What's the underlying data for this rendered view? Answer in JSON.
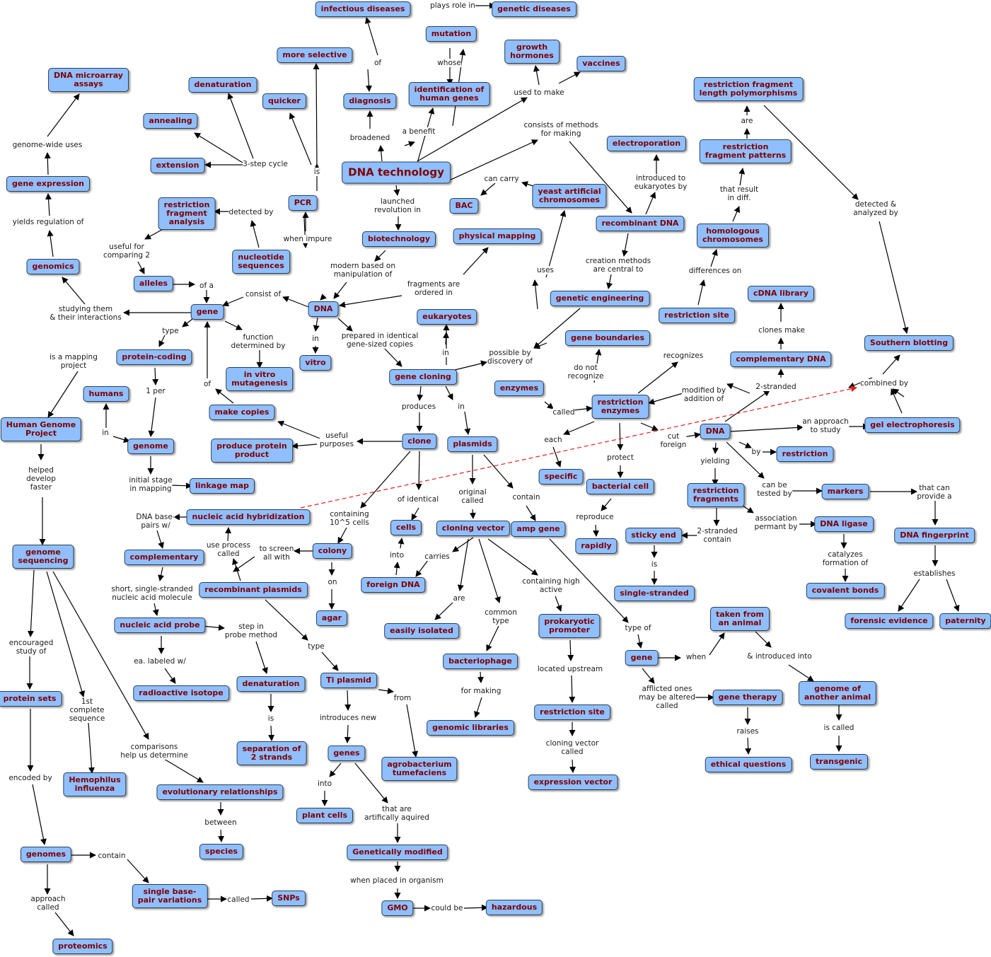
{
  "concepts": {
    "infectious_diseases": "infectious diseases",
    "genetic_diseases": "genetic diseases",
    "mutation": "mutation",
    "growth_hormones": "growth\nhormones",
    "vaccines": "vaccines",
    "more_selective": "more selective",
    "dna_microarray": "DNA microarray\nassays",
    "denaturation_top": "denaturation",
    "quicker": "quicker",
    "diagnosis": "diagnosis",
    "identification": "identification of\nhuman genes",
    "rflp": "restriction fragment\nlength polymorphisms",
    "annealing": "annealing",
    "electroporation": "electroporation",
    "extension": "extension",
    "dna_technology": "DNA technology",
    "restriction_fragment_patterns": "restriction\nfragment patterns",
    "gene_expression": "gene expression",
    "rfa": "restriction\nfragment\nanalysis",
    "pcr": "PCR",
    "bac": "BAC",
    "yac": "yeast artificial\nchromosomes",
    "recombinant_dna": "recombinant DNA",
    "homologous_chromosomes": "homologous\nchromosomes",
    "physical_mapping": "physical mapping",
    "biotechnology": "biotechnology",
    "nucleotide_sequences": "nucleotide\nsequences",
    "genomics": "genomics",
    "alleles": "alleles",
    "cdna_library": "cDNA library",
    "genetic_engineering": "genetic engineering",
    "dna_center": "DNA",
    "gene": "gene",
    "eukaryotes": "eukaryotes",
    "restriction_site_right": "restriction site",
    "gene_boundaries": "gene boundaries",
    "southern_blotting": "Southern blotting",
    "protein_coding": "protein-coding",
    "in_vitro_mutagenesis": "in vitro\nmutagenesis",
    "vitro": "vitro",
    "gene_cloning": "gene cloning",
    "complementary_dna": "complementary DNA",
    "humans": "humans",
    "enzymes": "enzymes",
    "restriction_enzymes": "restriction\nenzymes",
    "make_copies": "make copies",
    "human_genome_project": "Human Genome\nProject",
    "dna_right": "DNA",
    "gel_electrophoresis": "gel electrophoresis",
    "produce_protein": "produce protein\nproduct",
    "clone": "clone",
    "plasmids": "plasmids",
    "genome": "genome",
    "restriction": "restriction",
    "specific": "specific",
    "linkage_map": "linkage map",
    "bacterial_cell": "bacterial cell",
    "restriction_fragments": "restriction\nfragments",
    "markers": "markers",
    "nucleic_acid_hybridization": "nucleic acid hybridization",
    "cells": "cells",
    "cloning_vector": "cloning vector",
    "amp_gene": "amp gene",
    "dna_ligase": "DNA ligase",
    "dna_fingerprint": "DNA fingerprint",
    "sticky_end": "sticky end",
    "rapidly": "rapidly",
    "genome_sequencing": "genome\nsequencing",
    "complementary": "complementary",
    "colony": "colony",
    "foreign_dna": "foreign DNA",
    "recombinant_plasmids": "recombinant plasmids",
    "covalent_bonds": "covalent bonds",
    "single_stranded": "single-stranded",
    "taken_from_animal": "taken from\nan animal",
    "forensic_evidence": "forensic evidence",
    "paternity": "paternity",
    "agar": "agar",
    "prokaryotic_promoter": "prokaryotic\npromoter",
    "nucleic_acid_probe": "nucleic acid probe",
    "easily_isolated": "easily isolated",
    "gene_lower": "gene",
    "bacteriophage": "bacteriophage",
    "ti_plasmid": "Ti plasmid",
    "denaturation_lower": "denaturation",
    "radioactive_isotope": "radioactive isotope",
    "protein_sets": "protein sets",
    "gene_therapy": "gene therapy",
    "genome_of_another_animal": "genome of\nanother animal",
    "restriction_site_lower": "restriction site",
    "genomic_libraries": "genomic libraries",
    "separation": "separation of\n2 strands",
    "genes": "genes",
    "agrobacterium": "agrobacterium\ntumefaciens",
    "ethical_questions": "ethical questions",
    "transgenic": "transgenic",
    "hemophilus": "Hemophilus\ninfluenza",
    "expression_vector": "expression vector",
    "evolutionary_relationships": "evolutionary relationships",
    "plant_cells": "plant cells",
    "genetically_modified": "Genetically modified",
    "species": "species",
    "genomes": "genomes",
    "single_base_pair": "single base-\npair variations",
    "snps": "SNPs",
    "gmo": "GMO",
    "hazardous": "hazardous",
    "proteomics": "proteomics"
  },
  "links": {
    "plays_role_in": "plays role in",
    "of_diag": "of",
    "whose": "whose",
    "used_to_make": "used to make",
    "a_benefit": "a benefit",
    "broadened": "broadened",
    "genome_wide_uses": "genome-wide uses",
    "consists_of_methods": "consists of methods\nfor making",
    "three_step_cycle": "3-step cycle",
    "is_pcr": "is",
    "are_rfp": "are",
    "introduced_to": "introduced to\neukaryotes by",
    "can_carry": "can carry",
    "launched_revolution": "launched\nrevolution in",
    "that_result": "that result\nin diff.",
    "detected_analyzed": "detected &\nanalyzed by",
    "detected_by": "detected by",
    "yields_regulation": "yields regulation of",
    "when_impure": "when impure",
    "useful_for_comparing": "useful for\ncomparing 2",
    "creation_methods": "creation methods\nare central to",
    "modern_based": "modern based on\nmanipulation of",
    "differences_on": "differences on",
    "uses": "uses",
    "fragments_ordered": "fragments are\nordered in",
    "of_a": "of a",
    "consist_of": "consist of",
    "studying_them": "studying them\n& their interactions",
    "clones_make": "clones make",
    "type_gene": "type",
    "function_determined": "function\ndetermined by",
    "in_dna": "in",
    "prepared_identical": "prepared in identical\ngene-sized copies",
    "is_a_mapping": "is a mapping\nproject",
    "do_not_recognize": "do not\nrecognize",
    "recognizes": "recognizes",
    "in_euk": "in",
    "possible_by": "possible by\ndiscovery of",
    "combined_by": "combined by",
    "one_per": "1 per",
    "modified_by": "modified by\naddition of",
    "two_stranded_top": "2-stranded",
    "of_make": "of",
    "produces": "produces",
    "in_plasmids": "in",
    "called_enz": "called",
    "in_humans": "in",
    "useful_purposes": "useful\npurposes",
    "cut_foreign": "cut\nforeign",
    "an_approach": "an approach\nto study",
    "by_restriction": "by",
    "each": "each",
    "protect": "protect",
    "helped_develop": "helped\ndevelop\nfaster",
    "yielding": "yielding",
    "initial_stage": "initial stage\nin mapping",
    "original_called": "original\ncalled",
    "of_identical": "of identical",
    "contain_amp": "contain",
    "can_be_tested": "can be\ntested by",
    "that_can_provide": "that can\nprovide a",
    "dna_base_pairs": "DNA base-\npairs w/",
    "containing_cells": "containing\n10^5 cells",
    "reproduce": "reproduce",
    "association": "association\npermant by",
    "two_stranded_contain": "2-stranded\ncontain",
    "use_process": "use process\ncalled",
    "to_screen": "to screen\nall with",
    "into_cells": "into",
    "carries": "carries",
    "catalyzes": "catalyzes\nformation of",
    "is_single": "is",
    "establishes": "establishes",
    "on_agar": "on",
    "short_single": "short, single-stranded\nnucleic acid molecule",
    "containing_high": "containing high\nactive",
    "are_easily": "are",
    "common_type": "common\ntype",
    "step_in_probe": "step in\nprobe method",
    "type_of_gene": "type of",
    "when_taken": "when",
    "introduced_into": "& introduced into",
    "encouraged_study": "encouraged\nstudy of",
    "ea_labeled": "ea. labeled w/",
    "type_ti": "type",
    "located_upstream": "located upstream",
    "from_agro": "from",
    "first_complete": "1st\ncomplete\nsequence",
    "for_making": "for making",
    "afflicted_ones": "afflicted ones\nmay be altered\ncalled",
    "is_sep": "is",
    "introduces_new": "introduces new",
    "comparisons_help": "comparisons\nhelp us determine",
    "cloning_vector_called": "cloning vector\ncalled",
    "raises": "raises",
    "is_called": "is called",
    "encoded_by": "encoded by",
    "into_plant": "into",
    "that_are_artificially": "that are\nartifically aquired",
    "between": "between",
    "contain_spv": "contain",
    "when_placed": "when placed in organism",
    "approach_called": "approach\ncalled",
    "called_snps": "called",
    "could_be": "could be"
  },
  "colors": {
    "node_fill": "#8fbfff",
    "node_border": "#2b3f55",
    "node_text": "#800000",
    "cross_link": "#e02020"
  }
}
